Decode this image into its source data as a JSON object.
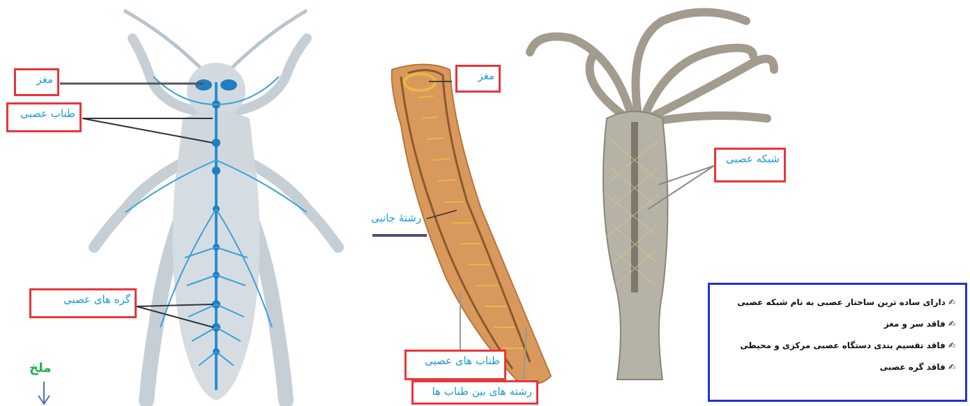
{
  "grasshopper": {
    "brain_label": "مغز",
    "nerve_cord_label": "طناب عصبی",
    "ganglia_label": "گره های عصبی",
    "name": "ملخ"
  },
  "planarian": {
    "brain_label": "مغز",
    "lateral_nerve_label": "رشتهٔ جانبی",
    "nerve_cords_label": "طناب های عصبی",
    "connecting_fibers_label": "رشته های بین طناب ها"
  },
  "hydra": {
    "nerve_net_label": "شبکه عصبی"
  },
  "info_box": {
    "items": [
      "دارای ساده ترین ساختار عصبی به نام شبکه عصبی",
      "فاقد سر و مغز",
      "فاقد تقسیم بندی دستگاه عصبی مرکزی و محیطی",
      "فاقد گره عصبی"
    ],
    "bullet_icon": "pen-icon"
  },
  "colors": {
    "label_border": "#e8353b",
    "label_text": "#1a9bd7",
    "info_border": "#2232d9",
    "name_text": "#1fb04b"
  }
}
